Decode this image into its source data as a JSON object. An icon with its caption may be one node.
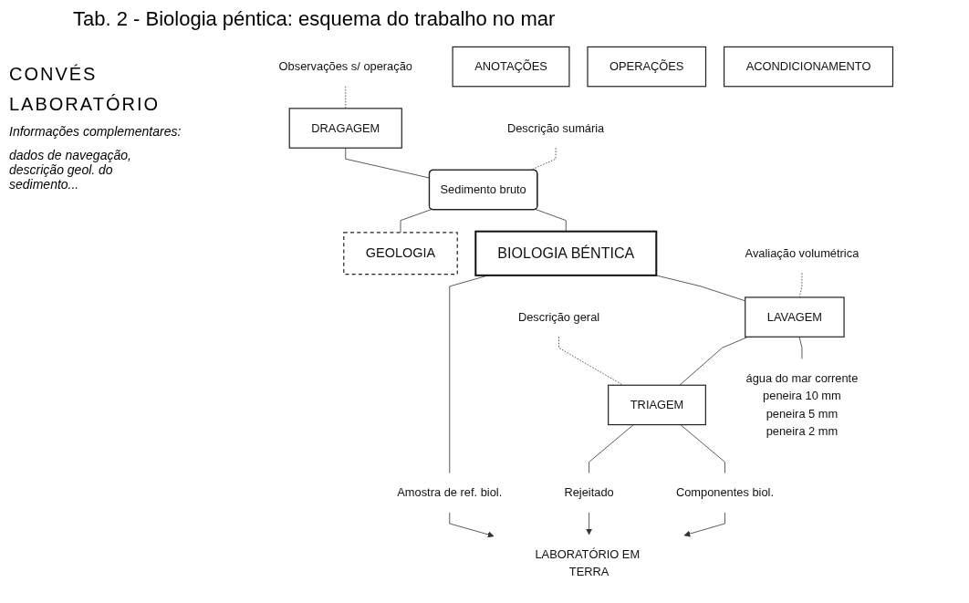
{
  "diagram": {
    "title": "Tab. 2 - Biologia péntica: esquema do trabalho no mar",
    "nodes": [
      {
        "text": [
          "Observações s/ operação"
        ]
      },
      {
        "text": [
          "DRAGAGEM"
        ]
      },
      {
        "text": [
          "Descrição sumária"
        ]
      },
      {
        "text": [
          "Sedimento bruto"
        ]
      },
      {
        "text": [
          "BIOLOGIA BÉNTICA"
        ]
      },
      {
        "text": [
          "GEOLOGIA"
        ]
      },
      {
        "text": [
          "Amostra de ref. biol."
        ]
      },
      {
        "text": [
          "LABORATÓRIO EM TERRA"
        ]
      },
      {
        "text": [
          "Avaliação volumétrica"
        ]
      },
      {
        "text": [
          "LAVAGEM"
        ]
      },
      {
        "text": [
          "água do mar corrente",
          "peneira 10 mm",
          "peneira 5 mm",
          "peneira 2 mm"
        ]
      },
      {
        "text": [
          "Descrição geral"
        ]
      },
      {
        "text": [
          "TRIAGEM"
        ]
      },
      {
        "text": [
          "Componentes biol."
        ]
      },
      {
        "text": [
          "Rejeitado"
        ]
      },
      {
        "text": [
          "ANOTAÇÕES"
        ]
      },
      {
        "text": [
          "OPERAÇÕES"
        ]
      },
      {
        "text": [
          "ACONDICIONAMENTO"
        ]
      }
    ],
    "edges": [
      {
        "from": 0,
        "to": 1,
        "arrow": "none",
        "style": "dashed"
      },
      {
        "from": 1,
        "to": 3,
        "arrow": "none"
      },
      {
        "from": 2,
        "to": 3,
        "arrow": "none",
        "style": "dashed"
      },
      {
        "from": 3,
        "to": 4,
        "arrow": "none"
      },
      {
        "from": 3,
        "to": 5,
        "arrow": "none"
      },
      {
        "from": 4,
        "to": 9,
        "arrow": "none"
      },
      {
        "from": 4,
        "to": 6,
        "arrow": "none"
      },
      {
        "from": 6,
        "to": 7,
        "arrow": "to"
      },
      {
        "from": 8,
        "to": 9,
        "arrow": "none",
        "style": "dashed"
      },
      {
        "from": 9,
        "to": 10,
        "arrow": "none"
      },
      {
        "from": 9,
        "to": 12,
        "arrow": "none"
      },
      {
        "from": 11,
        "to": 12,
        "arrow": "none",
        "style": "dashed"
      },
      {
        "from": 12,
        "to": 13,
        "arrow": "none"
      },
      {
        "from": 12,
        "to": 14,
        "arrow": "none"
      },
      {
        "from": 13,
        "to": 7,
        "arrow": "to"
      },
      {
        "from": 14,
        "to": 7,
        "arrow": "to"
      }
    ],
    "labels": [
      "CONVÉS",
      "LABORATÓRIO",
      "Informações complementares:",
      "dados de navegação, descrição geol. do sedimento..."
    ]
  }
}
